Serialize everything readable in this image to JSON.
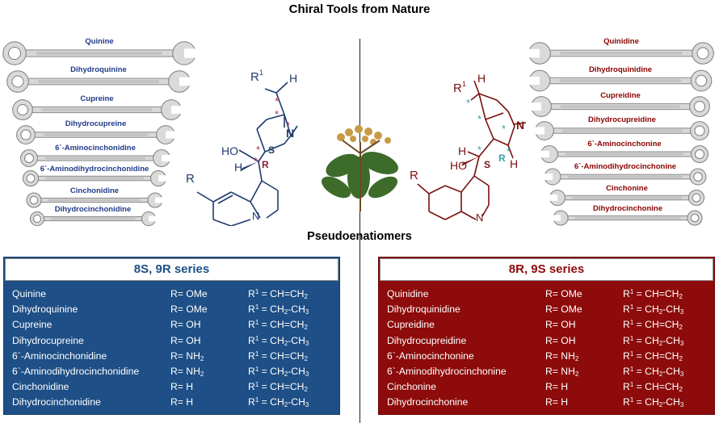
{
  "title": "Chiral Tools from Nature",
  "subtitle": "Pseudoenatiomers",
  "left_wrenches": [
    "Quinine",
    "Dihydroquinine",
    "Cupreine",
    "Dihydrocupreine",
    "6`-Aminocinchonidine",
    "6`-Aminodihydrocinchonidine",
    "Cinchonidine",
    "Dihydrocinchonidine"
  ],
  "right_wrenches": [
    "Quinidine",
    "Dihydroquinidine",
    "Cupreidine",
    "Dihydrocupreidine",
    "6`-Aminocinchonine",
    "6`-Aminodihydrocinchonine",
    "Cinchonine",
    "Dihydrocinchonine"
  ],
  "left_molecule": {
    "r1": "R",
    "r1_sup": "1",
    "h_top": "H",
    "ho": "HO",
    "h_bottom": "H",
    "n_bridge": "N",
    "s_label": "S",
    "r_label": "R",
    "r_sub": "R",
    "n_ring": "N",
    "stars": [
      "*",
      "*",
      "*",
      "*",
      "*"
    ]
  },
  "right_molecule": {
    "r1": "R",
    "r1_sup": "1",
    "h_top": "H",
    "h_left": "H",
    "ho": "HO",
    "h_right": "H",
    "n_bridge": "N",
    "s_label": "S",
    "r_label": "R",
    "r_sub": "R",
    "n_ring": "N",
    "stars": [
      "*",
      "*",
      "*",
      "*",
      "*"
    ]
  },
  "left_table": {
    "header": "8S, 9R series",
    "rows": [
      {
        "name": "Quinine",
        "r": "R= OMe",
        "r1": "CH=CH2"
      },
      {
        "name": "Dihydroquinine",
        "r": "R= OMe",
        "r1": "CH2-CH3"
      },
      {
        "name": "Cupreine",
        "r": "R= OH",
        "r1": "CH=CH2"
      },
      {
        "name": "Dihydrocupreine",
        "r": "R= OH",
        "r1": "CH2-CH3"
      },
      {
        "name": "6`-Aminocinchonidine",
        "r": "R= NH2",
        "r1": "CH=CH2"
      },
      {
        "name": "6`-Aminodihydrocinchonidine",
        "r": "R= NH2",
        "r1": "CH2-CH3"
      },
      {
        "name": "Cinchonidine",
        "r": "R= H",
        "r1": "CH=CH2"
      },
      {
        "name": "Dihydrocinchonidine",
        "r": "R= H",
        "r1": "CH2-CH3"
      }
    ]
  },
  "right_table": {
    "header": "8R, 9S series",
    "rows": [
      {
        "name": "Quinidine",
        "r": "R= OMe",
        "r1": "CH=CH2"
      },
      {
        "name": "Dihydroquinidine",
        "r": "R= OMe",
        "r1": "CH2-CH3"
      },
      {
        "name": "Cupreidine",
        "r": "R= OH",
        "r1": "CH=CH2"
      },
      {
        "name": "Dihydrocupreidine",
        "r": "R= OH",
        "r1": "CH2-CH3"
      },
      {
        "name": "6`-Aminocinchonine",
        "r": "R= NH2",
        "r1": "CH=CH2"
      },
      {
        "name": "6`-Aminodihydrocinchonine",
        "r": "R= NH2",
        "r1": "CH2-CH3"
      },
      {
        "name": "Cinchonine",
        "r": "R= H",
        "r1": "CH=CH2"
      },
      {
        "name": "Dihydrocinchonine",
        "r": "R= H",
        "r1": "CH2-CH3"
      }
    ]
  },
  "colors": {
    "left_blue": "#1e4f86",
    "right_red": "#8d0b0b",
    "molecule_blue": "#1f3a6e",
    "molecule_red": "#7a1010",
    "star_pink": "#b0305a",
    "star_teal": "#3aa0a8"
  },
  "icons": [
    "wrench-icon",
    "cinchona-plant-icon"
  ]
}
